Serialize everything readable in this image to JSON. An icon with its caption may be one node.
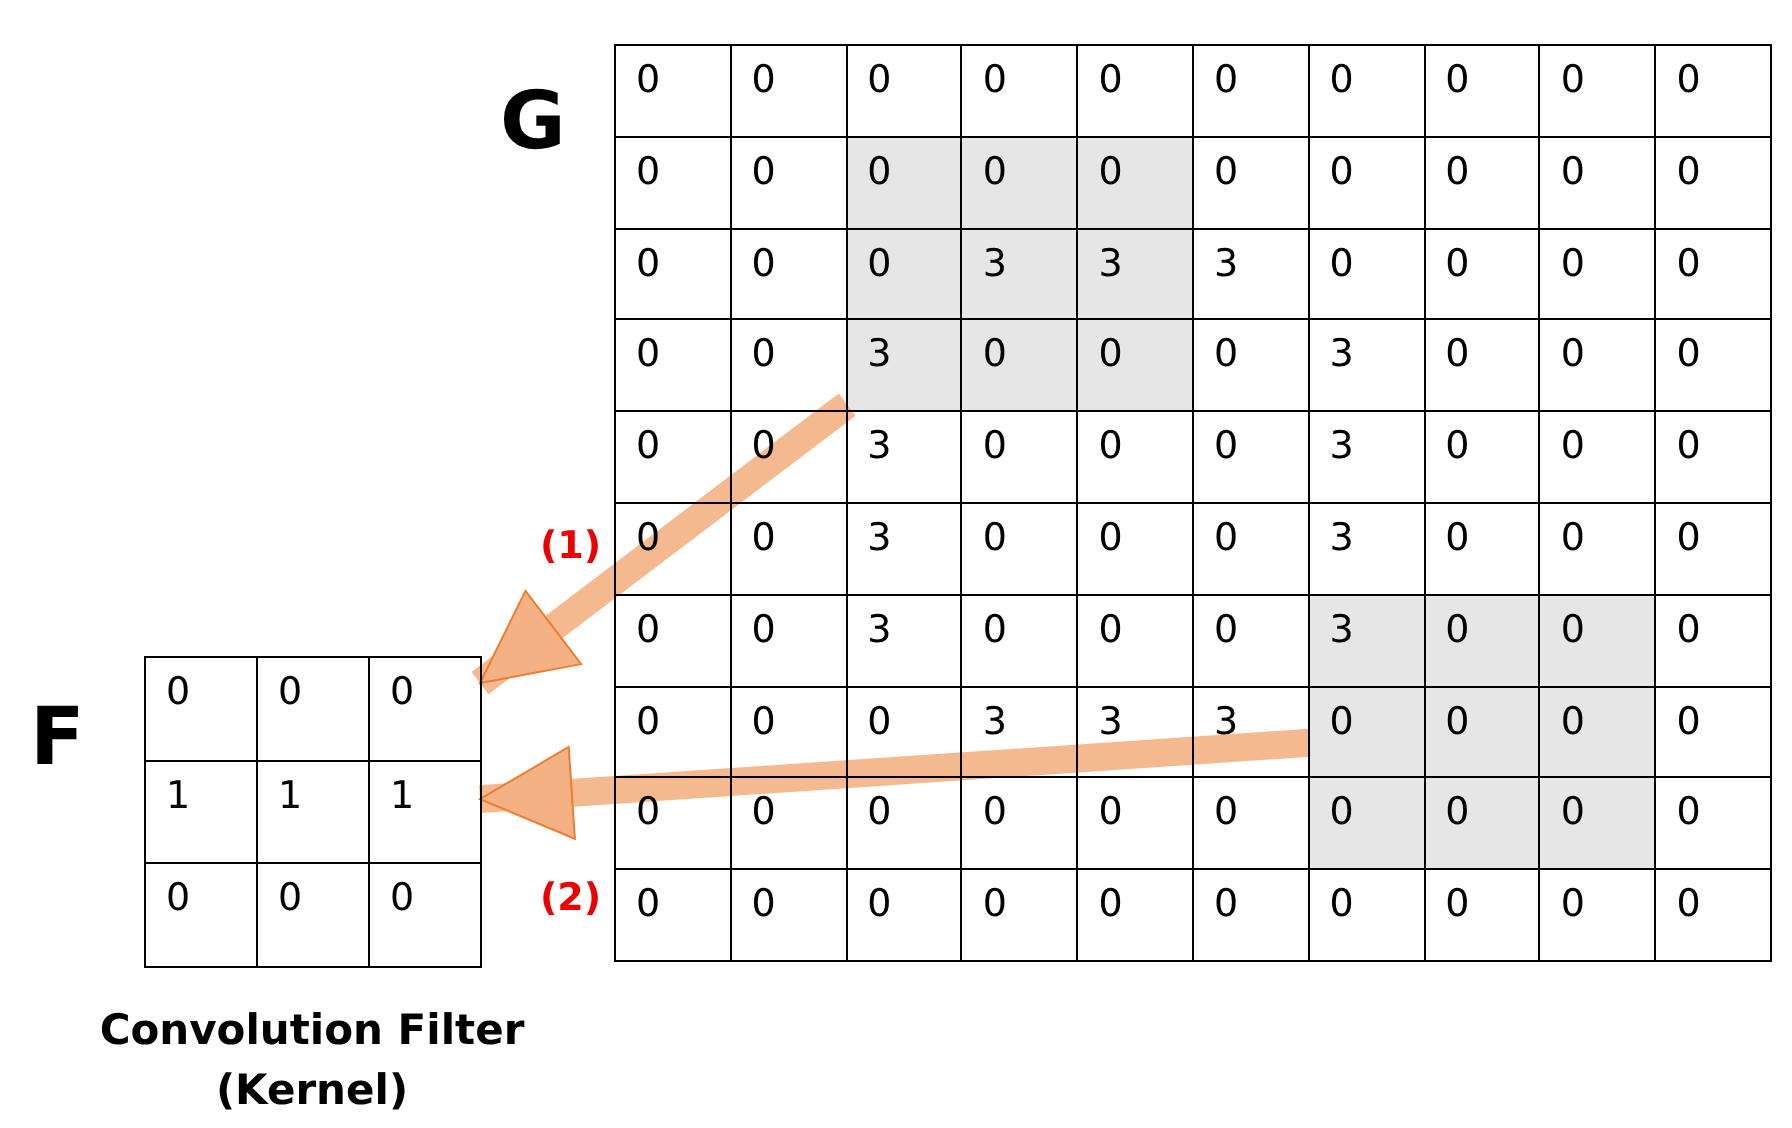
{
  "diagram": {
    "nodes": [
      {
        "text": [
          "G"
        ]
      },
      {
        "text": [],
        "shape": "box",
        "in": 0
      },
      {
        "text": [],
        "shape": "box",
        "in": 0
      },
      {
        "text": [
          "F"
        ],
        "beside": [
          "Convolution Filter (Kernel)"
        ]
      }
    ],
    "edges": [
      {
        "from": 1,
        "to": 3,
        "arrow": "to",
        "label": "(1)"
      },
      {
        "from": 2,
        "to": 3,
        "arrow": "to",
        "label": "(2)"
      }
    ],
    "labels": [
      "0",
      "0",
      "0",
      "0",
      "0",
      "0",
      "0",
      "0",
      "0",
      "0",
      "0",
      "0",
      "0",
      "0",
      "0",
      "0",
      "0",
      "0",
      "0",
      "0",
      "0",
      "0",
      "0",
      "3",
      "3",
      "3",
      "0",
      "0",
      "0",
      "0",
      "0",
      "0",
      "3",
      "0",
      "0",
      "0",
      "3",
      "0",
      "0",
      "0",
      "0",
      "0",
      "3",
      "0",
      "0",
      "0",
      "3",
      "0",
      "0",
      "0",
      "0",
      "0",
      "3",
      "0",
      "0",
      "0",
      "3",
      "0",
      "0",
      "0",
      "0",
      "0",
      "3",
      "0",
      "0",
      "0",
      "3",
      "0",
      "0",
      "0",
      "0",
      "0",
      "0",
      "3",
      "3",
      "3",
      "0",
      "0",
      "0",
      "0",
      "0",
      "0",
      "0",
      "0",
      "0",
      "0",
      "0",
      "0",
      "0",
      "0",
      "0",
      "0",
      "0",
      "0",
      "0",
      "0",
      "0",
      "0",
      "0",
      "0",
      "0",
      "0",
      "0",
      "1",
      "1",
      "1",
      "0",
      "0",
      "0"
    ]
  }
}
